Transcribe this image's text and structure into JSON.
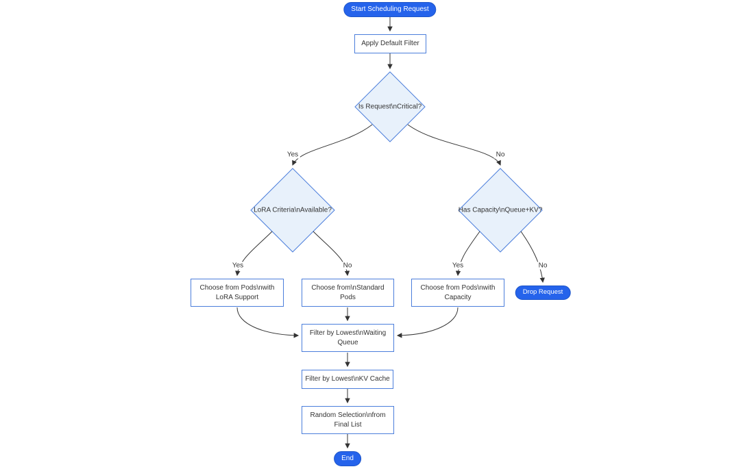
{
  "diagram": {
    "type": "flowchart",
    "nodes": {
      "start": "Start Scheduling Request",
      "apply_default_filter": "Apply Default Filter",
      "is_critical": "Is Request\\nCritical?",
      "lora_criteria": "LoRA Criteria\\nAvailable?",
      "has_capacity": "Has Capacity\\nQueue+KV?",
      "choose_lora_pods": "Choose from Pods\\nwith LoRA Support",
      "choose_standard_pods": "Choose from\\nStandard Pods",
      "choose_capacity_pods": "Choose from Pods\\nwith Capacity",
      "drop_request": "Drop Request",
      "filter_waiting_queue": "Filter by Lowest\\nWaiting Queue",
      "filter_kv_cache": "Filter by Lowest\\nKV Cache",
      "random_selection": "Random Selection\\nfrom Final List",
      "end": "End"
    },
    "edge_labels": {
      "critical_yes": "Yes",
      "critical_no": "No",
      "lora_yes": "Yes",
      "lora_no": "No",
      "capacity_yes": "Yes",
      "capacity_no": "No"
    },
    "colors": {
      "terminal_fill": "#2563eb",
      "terminal_text": "#ffffff",
      "node_border": "#4a7ddb",
      "node_fill": "#ffffff",
      "decision_fill": "#e8f1fb",
      "edge": "#333333",
      "background": "#ffffff"
    }
  }
}
